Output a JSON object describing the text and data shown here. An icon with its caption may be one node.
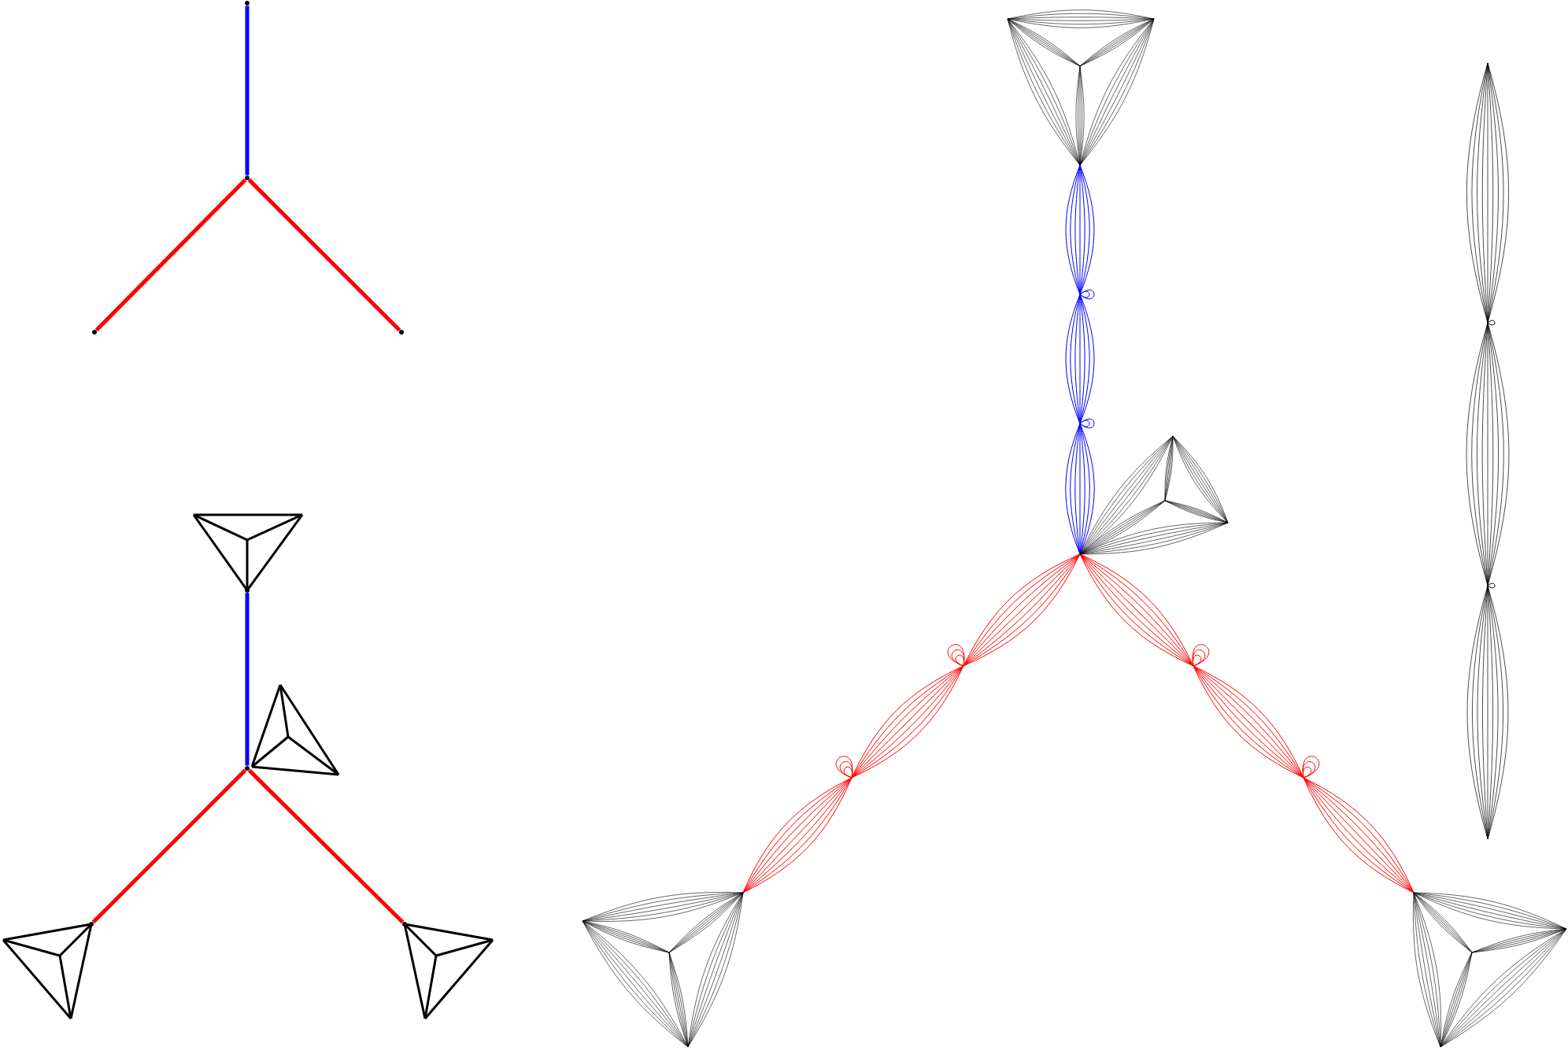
{
  "diagram": {
    "nodes": [
      {
        "text": [],
        "shape": "point"
      },
      {
        "text": [],
        "shape": "point"
      },
      {
        "text": [],
        "shape": "point"
      },
      {
        "text": [],
        "shape": "point"
      },
      {
        "text": [],
        "shape": "point"
      },
      {
        "text": [],
        "shape": "point"
      },
      {
        "text": [],
        "shape": "point"
      },
      {
        "text": [],
        "shape": "point"
      }
    ],
    "edges": [
      {
        "from": 0,
        "to": 1,
        "arrow": "none",
        "color": "#0000ff"
      },
      {
        "from": 1,
        "to": 2,
        "arrow": "none",
        "color": "#ff0000"
      },
      {
        "from": 1,
        "to": 3,
        "arrow": "none",
        "color": "#ff0000"
      },
      {
        "from": 4,
        "to": 5,
        "arrow": "none",
        "color": "#0000ff"
      },
      {
        "from": 5,
        "to": 6,
        "arrow": "none",
        "color": "#ff0000"
      },
      {
        "from": 5,
        "to": 7,
        "arrow": "none",
        "color": "#ff0000"
      }
    ]
  }
}
